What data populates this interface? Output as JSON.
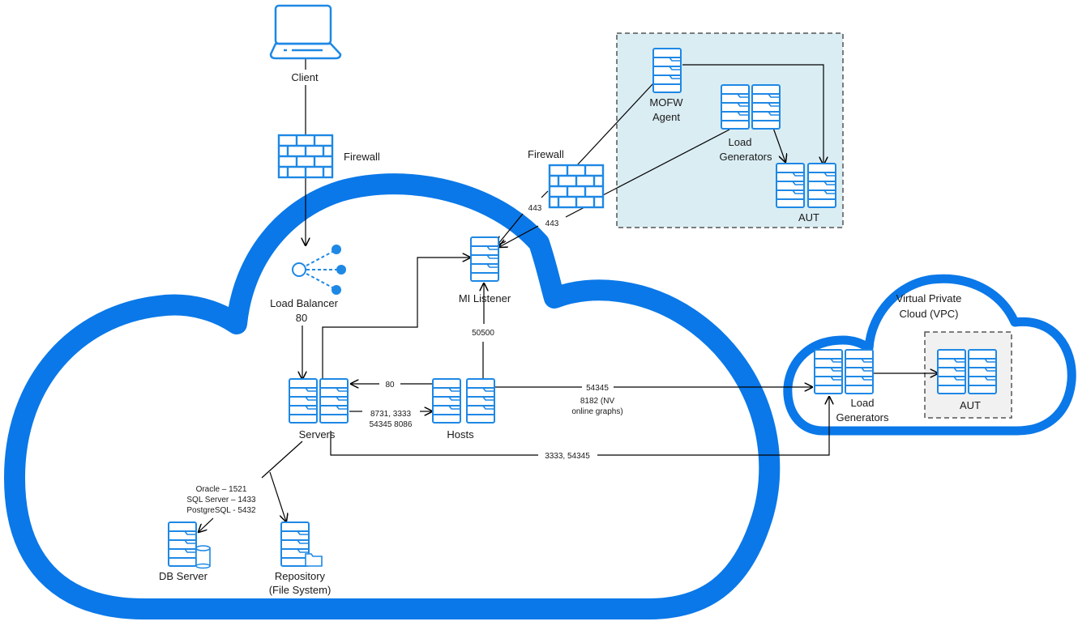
{
  "diagram": {
    "nodes": {
      "client": {
        "label": "Client",
        "icon": "laptop-icon"
      },
      "firewall_top": {
        "label": "Firewall",
        "icon": "firewall-icon"
      },
      "firewall_right": {
        "label": "Firewall",
        "icon": "firewall-icon"
      },
      "load_balancer": {
        "label": "Load Balancer",
        "icon": "load-balancer-icon"
      },
      "mi_listener": {
        "label": "MI Listener",
        "icon": "server-icon"
      },
      "servers": {
        "label": "Servers",
        "icon": "server-icon"
      },
      "hosts": {
        "label": "Hosts",
        "icon": "server-icon"
      },
      "db_server": {
        "label": "DB Server",
        "icon": "database-server-icon"
      },
      "repository": {
        "label_line1": "Repository",
        "label_line2": "(File System)",
        "icon": "file-server-icon"
      },
      "mofw_agent": {
        "label_line1": "MOFW",
        "label_line2": "Agent",
        "icon": "server-icon"
      },
      "onprem_load_generators": {
        "label_line1": "Load",
        "label_line2": "Generators",
        "icon": "server-icon"
      },
      "onprem_aut": {
        "label": "AUT",
        "icon": "server-icon"
      },
      "vpc": {
        "label_line1": "Virtual Private",
        "label_line2": "Cloud (VPC)"
      },
      "vpc_load_generators": {
        "label_line1": "Load",
        "label_line2": "Generators",
        "icon": "server-icon"
      },
      "vpc_aut": {
        "label": "AUT",
        "icon": "server-icon"
      }
    },
    "ports": {
      "lb_to_servers": "80",
      "hosts_to_servers": "80",
      "servers_to_hosts_line1": "8731, 3333",
      "servers_to_hosts_line2": "54345 8086",
      "hosts_to_mi_listener": "50500",
      "firewall_to_mi_1": "443",
      "firewall_to_mi_2": "443",
      "hosts_to_vpc_lg": "54345",
      "hosts_to_vpc_lg_note_line1": "8182 (NV",
      "hosts_to_vpc_lg_note_line2": "online graphs)",
      "servers_to_vpc_lg": "3333, 54345",
      "db_line1": "Oracle – 1521",
      "db_line2": "SQL Server – 1433",
      "db_line3": "PostgreSQL - 5432"
    },
    "colors": {
      "cloud_stroke": "#0a78e8",
      "icon_blue": "#1e88e5",
      "onprem_zone_fill": "#daedf3",
      "vpc_aut_zone_fill": "#f1f1f1",
      "zone_border": "#555555"
    }
  }
}
